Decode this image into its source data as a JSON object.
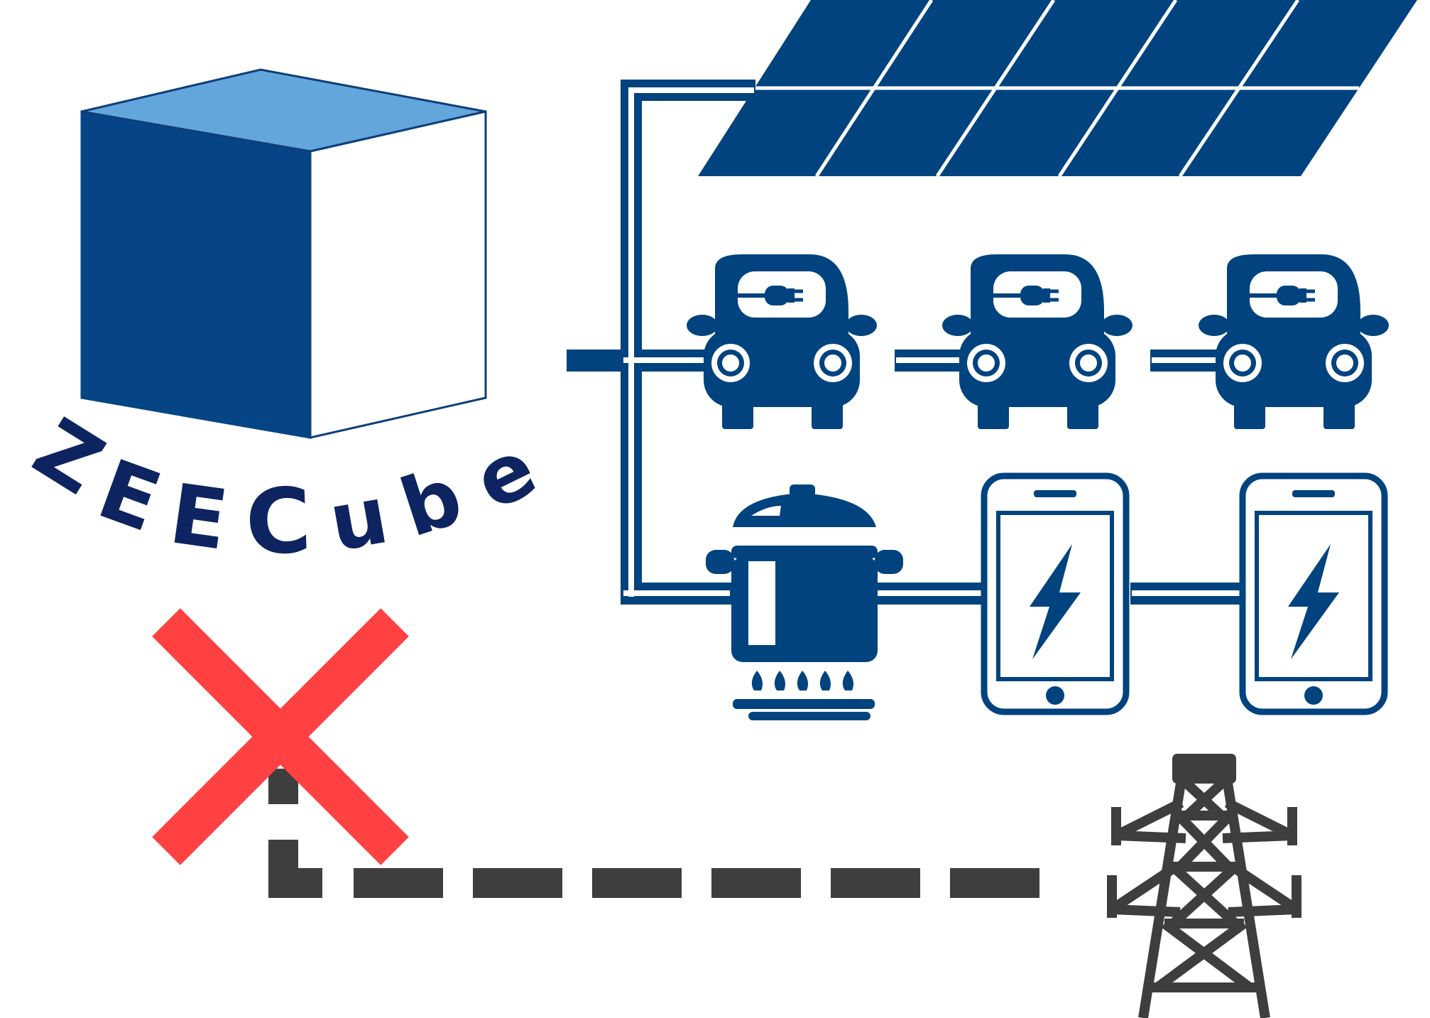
{
  "logo": {
    "text": "ZEECube",
    "letters": [
      "Z",
      "E",
      "E",
      "C",
      "u",
      "b",
      "e"
    ],
    "colors": {
      "front": "#064585",
      "top": "#62A6DB",
      "side": "#FFFFFF",
      "text": "#0D2460"
    }
  },
  "colors": {
    "primary": "#00437E",
    "cross": "#FF4141",
    "grid_line": "#3E3E3F",
    "background": "#FFFFFF"
  },
  "icons": {
    "solar": "solar-panel-icon",
    "car": "electric-car-icon",
    "pot": "cooking-pot-on-stove-icon",
    "phone": "charging-smartphone-icon",
    "tower": "power-transmission-tower-icon",
    "cross": "red-x-disconnect-icon"
  },
  "diagram": {
    "cars": 3,
    "phones": 2,
    "grid_connection": "disconnected"
  }
}
